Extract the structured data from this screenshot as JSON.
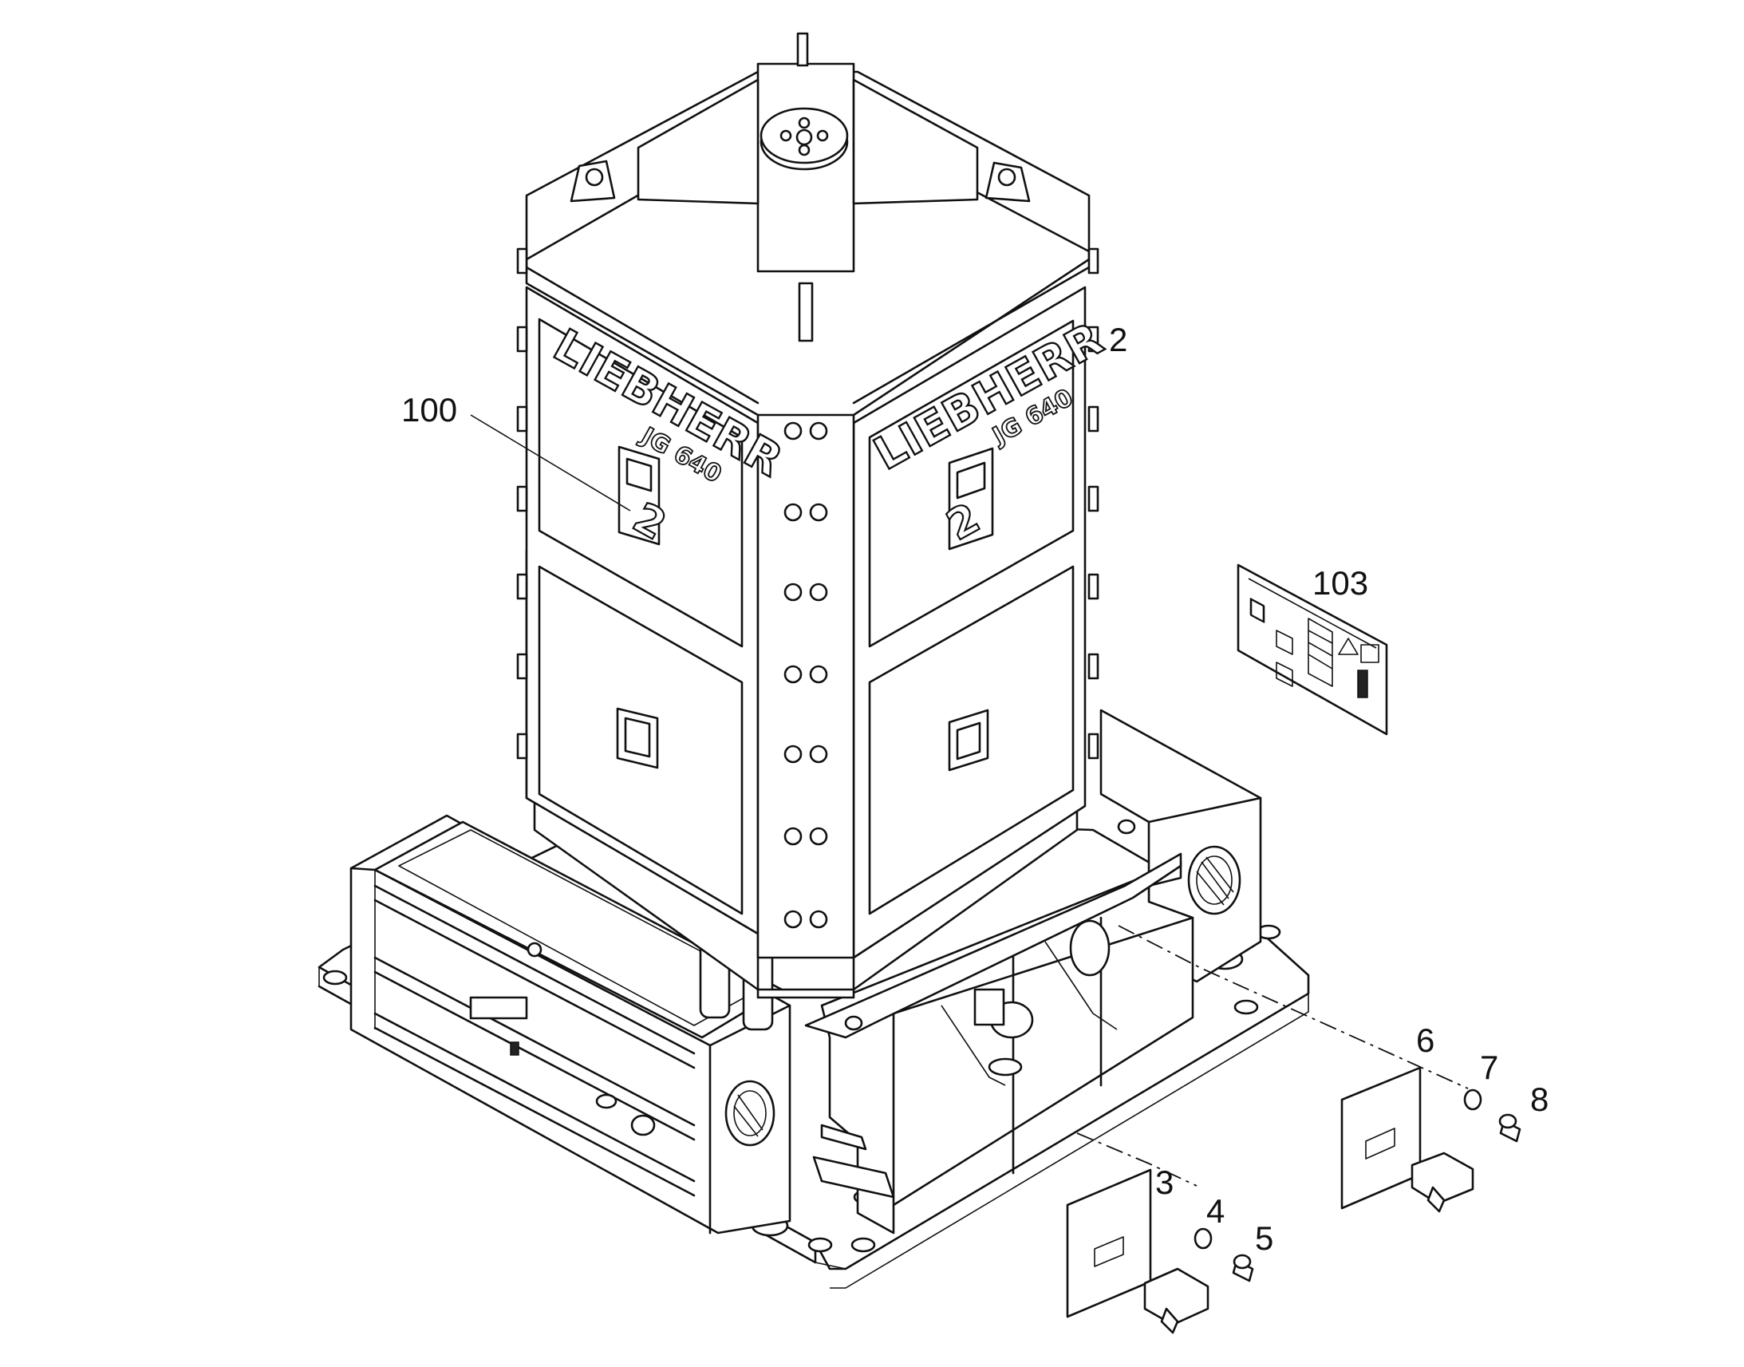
{
  "callouts": {
    "c2": "2",
    "c3": "3",
    "c4": "4",
    "c5": "5",
    "c6": "6",
    "c7": "7",
    "c8": "8",
    "c100": "100",
    "c103": "103"
  },
  "decal": {
    "brand": "LIEBHERR",
    "model": "JG 640",
    "unit_number": "2"
  }
}
